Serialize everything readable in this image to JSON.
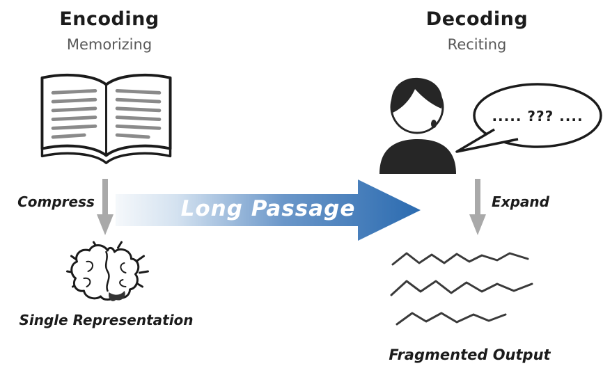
{
  "left": {
    "title": "Encoding",
    "subtitle": "Memorizing",
    "arrow_label": "Compress",
    "caption": "Single Representation"
  },
  "center": {
    "arrow_label": "Long Passage"
  },
  "right": {
    "title": "Decoding",
    "subtitle": "Reciting",
    "bubble_text": "..... ??? ....",
    "arrow_label": "Expand",
    "caption": "Fragmented Output"
  },
  "icons": {
    "left_top": "open-book-icon",
    "left_bottom": "brain-icon",
    "right_top": "person-speaking-icon",
    "right_bubble": "speech-bubble-icon",
    "right_bottom": "zigzag-lines-icon",
    "down_arrows": "gray-down-arrow-icon",
    "main_arrow": "blue-right-arrow"
  },
  "colors": {
    "arrow_gradient_start": "#f5f8fb",
    "arrow_gradient_end": "#2b6bb0",
    "gray_arrow": "#a9a9a9",
    "subtitle_gray": "#595959",
    "ink": "#1b1b1b",
    "book_lines": "#8a8a8a"
  }
}
